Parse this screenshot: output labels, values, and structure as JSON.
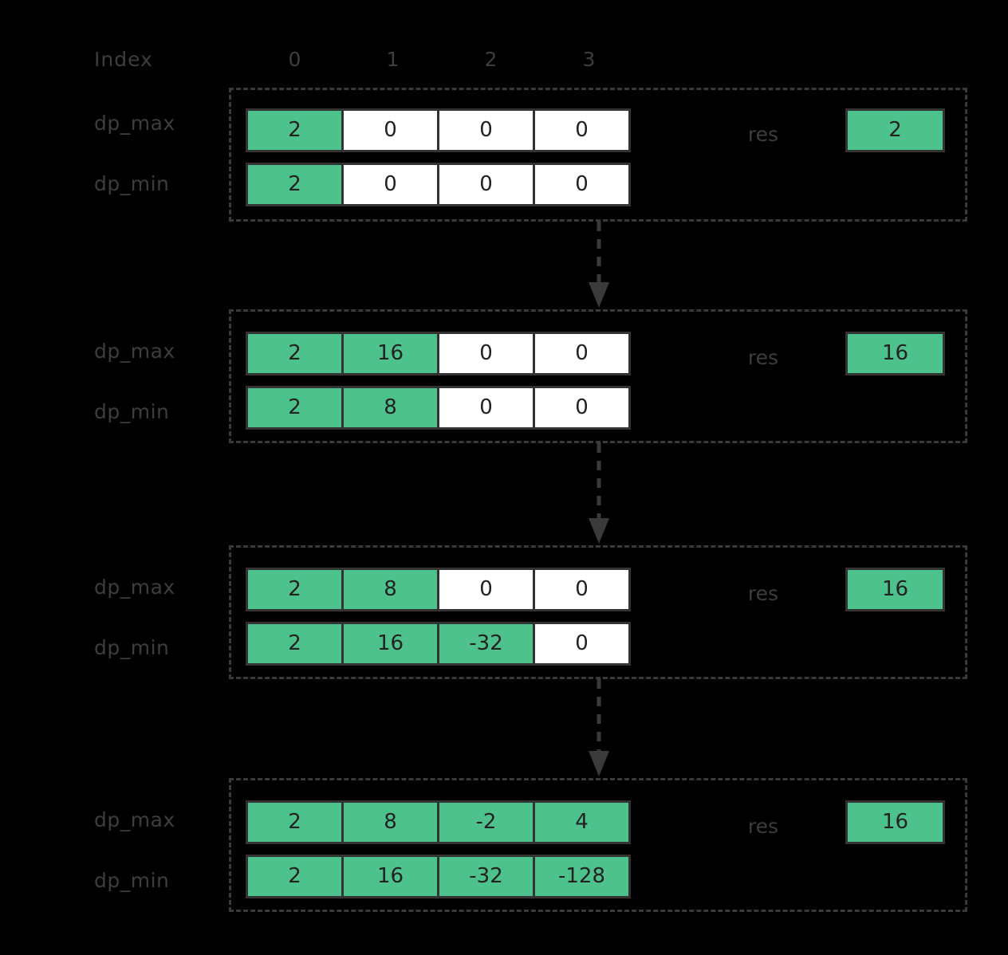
{
  "theme": {
    "background": "#000000",
    "accent_fill": "#4ec28c",
    "cell_empty_fill": "#ffffff",
    "stroke": "#333333",
    "label_color": "#3d3d3d"
  },
  "header": {
    "index_label": "Index",
    "index_values": [
      "0",
      "1",
      "2",
      "3"
    ]
  },
  "row_labels": {
    "dp_max": "dp_max",
    "dp_min": "dp_min",
    "res": "res"
  },
  "steps": [
    {
      "id": "step-0",
      "dp_max": [
        {
          "value": "2",
          "filled": true
        },
        {
          "value": "0",
          "filled": false
        },
        {
          "value": "0",
          "filled": false
        },
        {
          "value": "0",
          "filled": false
        }
      ],
      "dp_min": [
        {
          "value": "2",
          "filled": true
        },
        {
          "value": "0",
          "filled": false
        },
        {
          "value": "0",
          "filled": false
        },
        {
          "value": "0",
          "filled": false
        }
      ],
      "res": "2"
    },
    {
      "id": "step-1",
      "dp_max": [
        {
          "value": "2",
          "filled": true
        },
        {
          "value": "16",
          "filled": true
        },
        {
          "value": "0",
          "filled": false
        },
        {
          "value": "0",
          "filled": false
        }
      ],
      "dp_min": [
        {
          "value": "2",
          "filled": true
        },
        {
          "value": "8",
          "filled": true
        },
        {
          "value": "0",
          "filled": false
        },
        {
          "value": "0",
          "filled": false
        }
      ],
      "res": "16"
    },
    {
      "id": "step-2",
      "dp_max": [
        {
          "value": "2",
          "filled": true
        },
        {
          "value": "8",
          "filled": true
        },
        {
          "value": "0",
          "filled": false
        },
        {
          "value": "0",
          "filled": false
        }
      ],
      "dp_min": [
        {
          "value": "2",
          "filled": true
        },
        {
          "value": "16",
          "filled": true
        },
        {
          "value": "-32",
          "filled": true
        },
        {
          "value": "0",
          "filled": false
        }
      ],
      "res": "16"
    },
    {
      "id": "step-3",
      "dp_max": [
        {
          "value": "2",
          "filled": true
        },
        {
          "value": "8",
          "filled": true
        },
        {
          "value": "-2",
          "filled": true
        },
        {
          "value": "4",
          "filled": true
        }
      ],
      "dp_min": [
        {
          "value": "2",
          "filled": true
        },
        {
          "value": "16",
          "filled": true
        },
        {
          "value": "-32",
          "filled": true
        },
        {
          "value": "-128",
          "filled": true
        }
      ],
      "res": "16"
    }
  ],
  "connectors": [
    {
      "from": "step-0",
      "to": "step-1"
    },
    {
      "from": "step-1",
      "to": "step-2"
    },
    {
      "from": "step-2",
      "to": "step-3"
    }
  ]
}
